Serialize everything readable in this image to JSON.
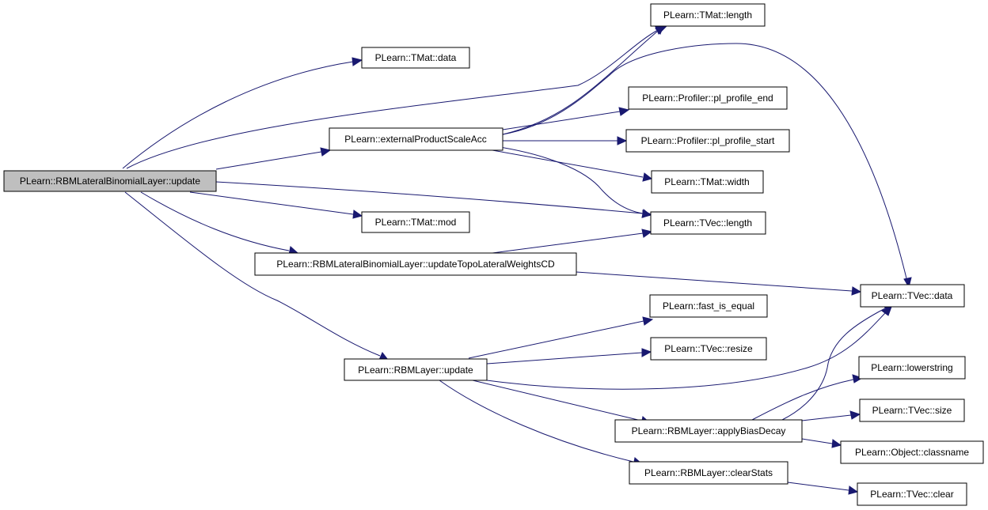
{
  "colors": {
    "edge": "#191970",
    "node_fill": "#ffffff",
    "root_fill": "#bfbfbf",
    "border": "#000000"
  },
  "nodes": {
    "root": "PLearn::RBMLateralBinomialLayer::update",
    "tmat_data": "PLearn::TMat::data",
    "tmat_length": "PLearn::TMat::length",
    "external_product": "PLearn::externalProductScaleAcc",
    "profile_end": "PLearn::Profiler::pl_profile_end",
    "profile_start": "PLearn::Profiler::pl_profile_start",
    "tmat_width": "PLearn::TMat::width",
    "tvec_length": "PLearn::TVec::length",
    "tmat_mod": "PLearn::TMat::mod",
    "update_topo": "PLearn::RBMLateralBinomialLayer::updateTopoLateralWeightsCD",
    "tvec_data": "PLearn::TVec::data",
    "fast_is_equal": "PLearn::fast_is_equal",
    "rbm_update": "PLearn::RBMLayer::update",
    "tvec_resize": "PLearn::TVec::resize",
    "lowerstring": "PLearn::lowerstring",
    "apply_bias_decay": "PLearn::RBMLayer::applyBiasDecay",
    "tvec_size": "PLearn::TVec::size",
    "object_classname": "PLearn::Object::classname",
    "clear_stats": "PLearn::RBMLayer::clearStats",
    "tvec_clear": "PLearn::TVec::clear"
  }
}
